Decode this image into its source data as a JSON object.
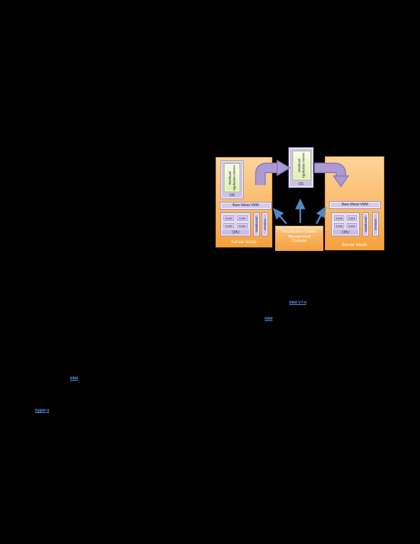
{
  "document": {
    "background_color": "#000000",
    "note": "page text unrendered (black)"
  },
  "links": [
    {
      "text": "Intel VT-x"
    },
    {
      "text": "Intel"
    },
    {
      "text": "Intel"
    },
    {
      "text": "hyper-v"
    }
  ],
  "diagram": {
    "colors": {
      "blade_fill_top": "#FCD49C",
      "blade_fill_bottom": "#F4A03C",
      "blade_border": "#E6973B",
      "lavender_fill": "#CDC1E5",
      "lavender_border": "#9B88C3",
      "green_fill_top": "#F6FCE9",
      "green_fill_bottom": "#DCEFAC",
      "green_border": "#A9C668",
      "console_fill": "#F5A140",
      "purple_arrow": "#AB9BD2",
      "purple_arrow_border": "#8B78B8",
      "blue_arrow": "#4E8BC5",
      "link_color": "#4D98EE"
    },
    "left_blade": {
      "label": "Server blade",
      "os": {
        "label": "OS",
        "workload": {
          "line1": "Workload",
          "line2": "Application Server"
        }
      },
      "vmm_label": "Bare-Metal VMM",
      "cpu": {
        "label": "CPU",
        "cores": [
          "Core",
          "Core",
          "Core",
          "Core"
        ]
      },
      "mainboard_label": "Mainboard",
      "devices_label": "Devices"
    },
    "migrating_vm": {
      "label": "OS",
      "workload": {
        "line1": "Workload",
        "line2": "Application Server"
      }
    },
    "right_blade": {
      "label": "Server blade",
      "vmm_label": "Bare-Metal VMM",
      "cpu": {
        "label": "CPU",
        "cores": [
          "Core",
          "Core",
          "Core",
          "Core"
        ]
      },
      "mainboard_label": "Mainboard",
      "devices_label": "Devices"
    },
    "console": {
      "lines": [
        "Virtualization Cluster",
        "Management",
        "Console"
      ]
    }
  }
}
